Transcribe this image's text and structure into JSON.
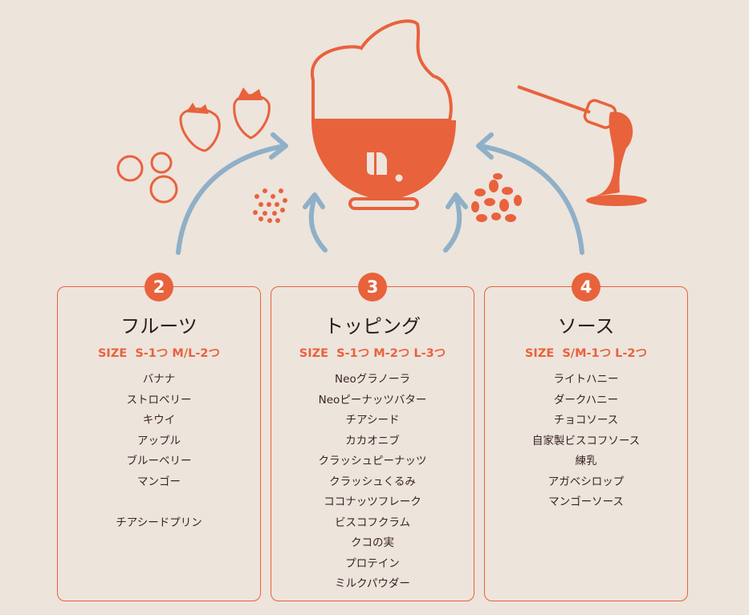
{
  "colors": {
    "accent": "#e8623c",
    "arrow": "#8fb0c8",
    "background": "#ede4dc"
  },
  "cards": [
    {
      "number": "2",
      "title": "フルーツ",
      "size": "SIZE  S-1つ M/L-2つ",
      "items": [
        "バナナ",
        "ストロベリー",
        "キウイ",
        "アップル",
        "ブルーベリー",
        "マンゴー"
      ],
      "extra_item": "チアシードプリン"
    },
    {
      "number": "3",
      "title": "トッピング",
      "size": "SIZE  S-1つ M-2つ L-3つ",
      "items": [
        "Neoグラノーラ",
        "Neoピーナッツバター",
        "チアシード",
        "カカオニブ",
        "クラッシュピーナッツ",
        "クラッシュくるみ",
        "ココナッツフレーク",
        "ビスコフクラム",
        "クコの実",
        "プロテイン",
        "ミルクパウダー"
      ]
    },
    {
      "number": "4",
      "title": "ソース",
      "size": "SIZE  S/M-1つ L-2つ",
      "items": [
        "ライトハニー",
        "ダークハニー",
        "チョコソース",
        "自家製ビスコフソース",
        "練乳",
        "アガベシロップ",
        "マンゴーソース"
      ]
    }
  ]
}
